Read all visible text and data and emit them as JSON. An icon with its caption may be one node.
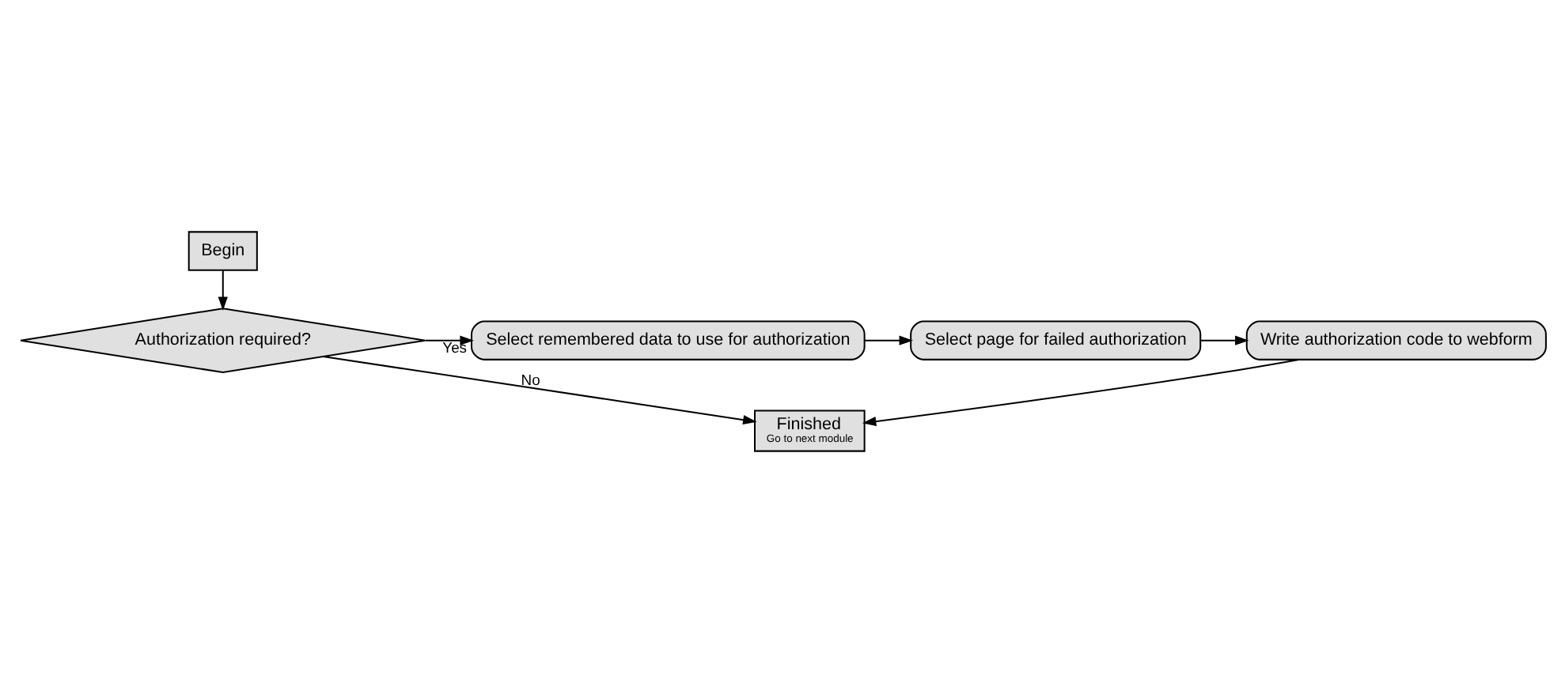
{
  "diagram": {
    "nodes": [
      {
        "text": [
          "Begin"
        ]
      },
      {
        "text": [
          "Authorization required?"
        ]
      },
      {
        "text": [
          "Select remembered data to use for authorization"
        ]
      },
      {
        "text": [
          "Select page for failed authorization"
        ]
      },
      {
        "text": [
          "Write authorization code to webform"
        ]
      },
      {
        "text": [
          "Finished",
          "Go to next module"
        ]
      }
    ],
    "edges": [
      {
        "from": 0,
        "to": 1,
        "arrow": "to"
      },
      {
        "from": 1,
        "to": 2,
        "arrow": "to",
        "label": "Yes"
      },
      {
        "from": 2,
        "to": 3,
        "arrow": "to"
      },
      {
        "from": 3,
        "to": 4,
        "arrow": "to"
      },
      {
        "from": 1,
        "to": 5,
        "arrow": "to",
        "label": "No"
      },
      {
        "from": 4,
        "to": 5,
        "arrow": "to"
      }
    ]
  }
}
